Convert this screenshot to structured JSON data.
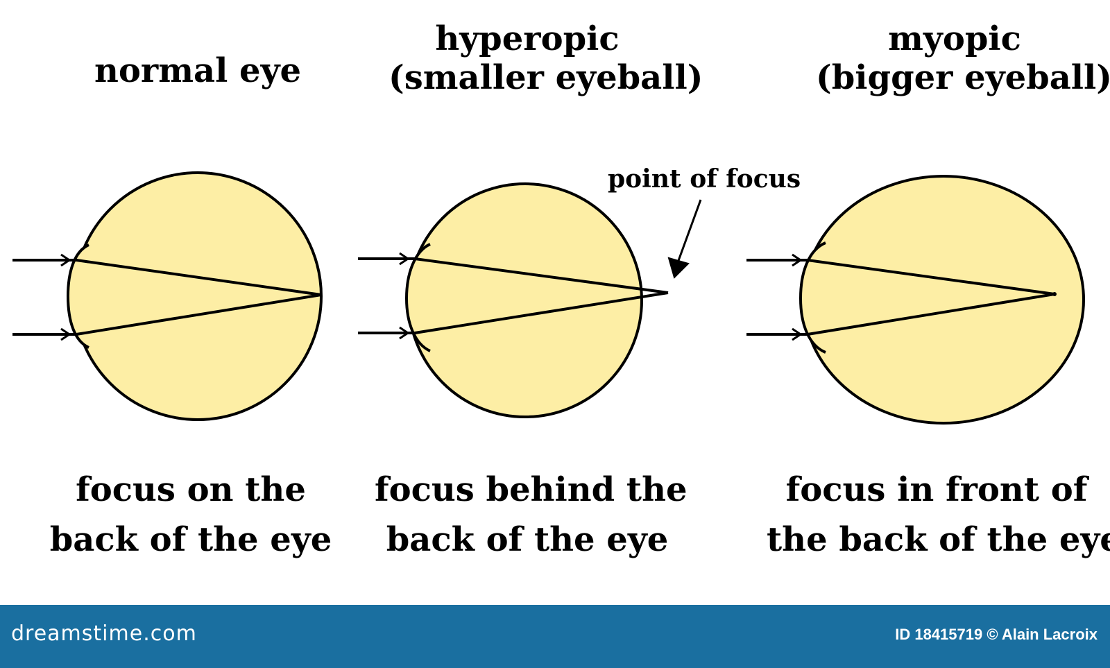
{
  "panels": [
    {
      "title_lines": [
        "normal eye"
      ],
      "caption_lines": [
        "focus on the",
        "back of the eye"
      ]
    },
    {
      "title_lines": [
        "hyperopic",
        "(smaller eyeball)"
      ],
      "caption_lines": [
        "focus behind the",
        "back of the eye"
      ]
    },
    {
      "title_lines": [
        "myopic",
        "(bigger eyeball)"
      ],
      "caption_lines": [
        "focus in front of",
        "the back of the eye"
      ]
    }
  ],
  "annotation": {
    "label": "point of focus"
  },
  "footer": {
    "brand": "dreamstime.com",
    "id_text": "ID 18415719 © Alain Lacroix"
  },
  "colors": {
    "eyeball_fill": "#fdeea5",
    "outline": "#000000",
    "footer_bg": "#1a6fa0"
  },
  "icons": {
    "arrow": "arrowhead",
    "watermark": "dreamstime-swirl"
  }
}
